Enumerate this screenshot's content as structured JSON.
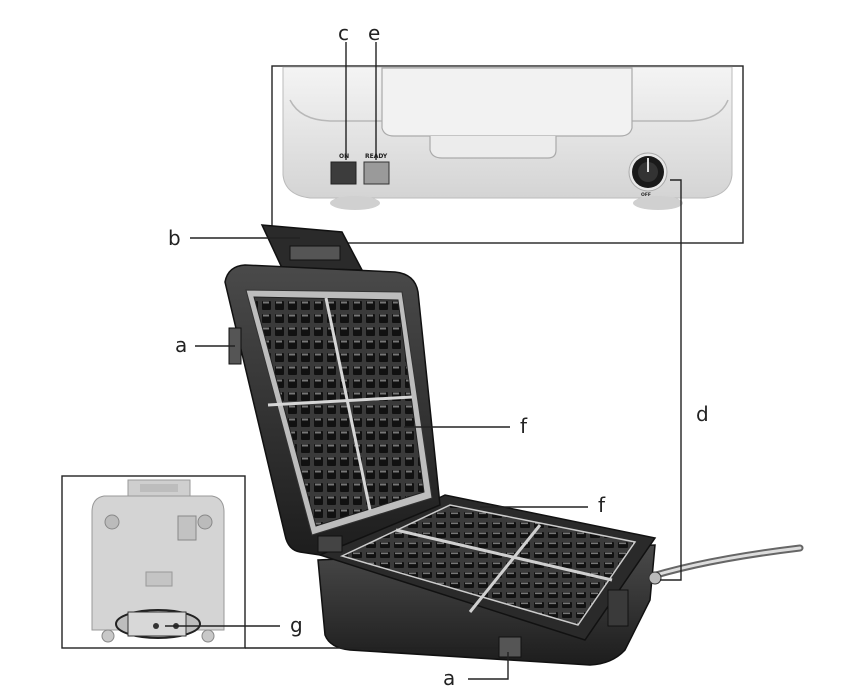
{
  "callouts": {
    "a_side": "a",
    "a_front": "a",
    "b": "b",
    "c": "c",
    "d": "d",
    "e": "e",
    "f_upper": "f",
    "f_lower": "f",
    "g": "g"
  },
  "panel_labels": {
    "on": "ON",
    "ready": "READY",
    "dial_off": "OFF"
  }
}
